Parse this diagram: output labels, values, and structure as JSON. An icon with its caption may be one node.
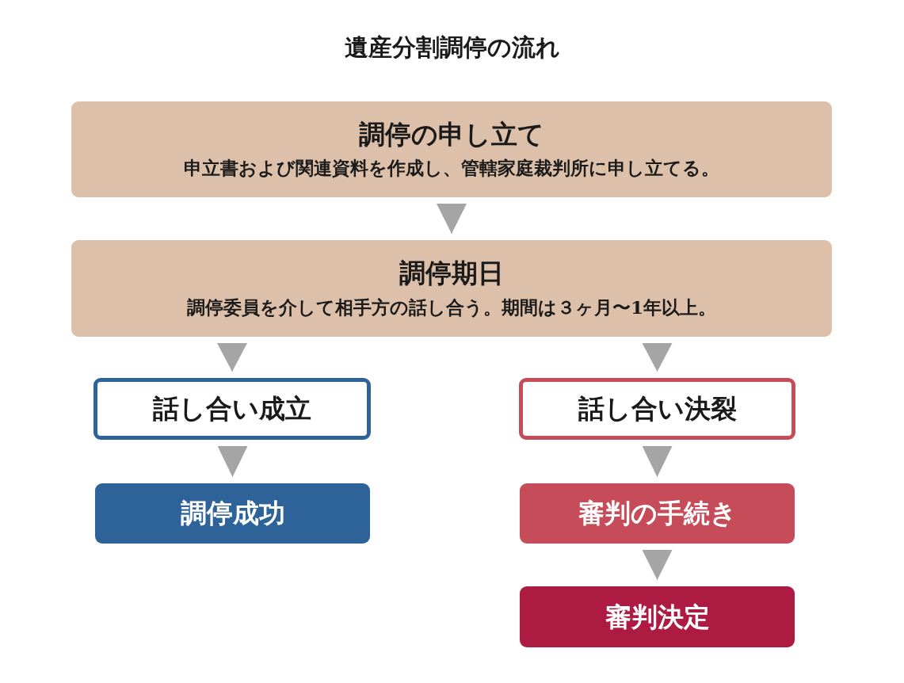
{
  "diagram": {
    "title": "遺産分割調停の流れ",
    "nodes": [
      {
        "text": [
          "調停の申し立て",
          "申立書および関連資料を作成し、管轄家庭裁判所に申し立てる。"
        ]
      },
      {
        "text": [
          "調停期日",
          "調停委員を介して相手方の話し合う。期間は３ヶ月〜1年以上。"
        ]
      },
      {
        "text": [
          "話し合い成立"
        ]
      },
      {
        "text": [
          "話し合い決裂"
        ]
      },
      {
        "text": [
          "調停成功"
        ]
      },
      {
        "text": [
          "審判の手続き"
        ]
      },
      {
        "text": [
          "審判決定"
        ]
      }
    ],
    "edges": [
      {
        "from": 0,
        "to": 1,
        "arrow": "to"
      },
      {
        "from": 1,
        "to": 2,
        "arrow": "to"
      },
      {
        "from": 1,
        "to": 3,
        "arrow": "to"
      },
      {
        "from": 2,
        "to": 4,
        "arrow": "to"
      },
      {
        "from": 3,
        "to": 5,
        "arrow": "to"
      },
      {
        "from": 5,
        "to": 6,
        "arrow": "to"
      }
    ]
  }
}
